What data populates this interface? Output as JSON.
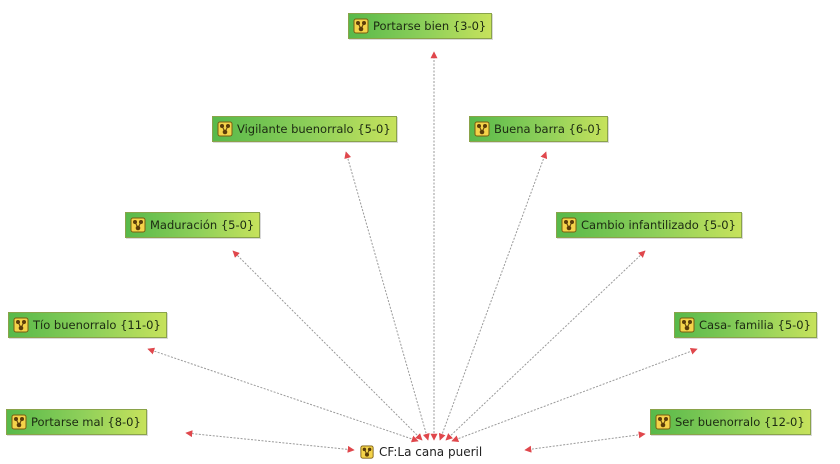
{
  "center": {
    "label": "CF:La cana pueril",
    "icon": "family-network-icon"
  },
  "nodes": [
    {
      "id": "portarse-bien",
      "label": "Portarse bien {3-0}",
      "icon": "family-network-icon"
    },
    {
      "id": "vigilante-buenorralo",
      "label": "Vigilante buenorralo {5-0}",
      "icon": "family-network-icon"
    },
    {
      "id": "buena-barra",
      "label": "Buena barra {6-0}",
      "icon": "family-network-icon"
    },
    {
      "id": "maduracion",
      "label": "Maduración {5-0}",
      "icon": "family-network-icon"
    },
    {
      "id": "cambio-infantilizado",
      "label": "Cambio infantilizado {5-0}",
      "icon": "family-network-icon"
    },
    {
      "id": "tio-buenorralo",
      "label": "Tío buenorralo {11-0}",
      "icon": "family-network-icon"
    },
    {
      "id": "casa-familia",
      "label": "Casa- familia {5-0}",
      "icon": "family-network-icon"
    },
    {
      "id": "portarse-mal",
      "label": "Portarse mal {8-0}",
      "icon": "family-network-icon"
    },
    {
      "id": "ser-buenorralo",
      "label": "Ser buenorralo {12-0}",
      "icon": "family-network-icon"
    }
  ],
  "colors": {
    "edge": "#9a9a9a",
    "arrow": "#e0474c",
    "node_border": "#8aa34a"
  }
}
